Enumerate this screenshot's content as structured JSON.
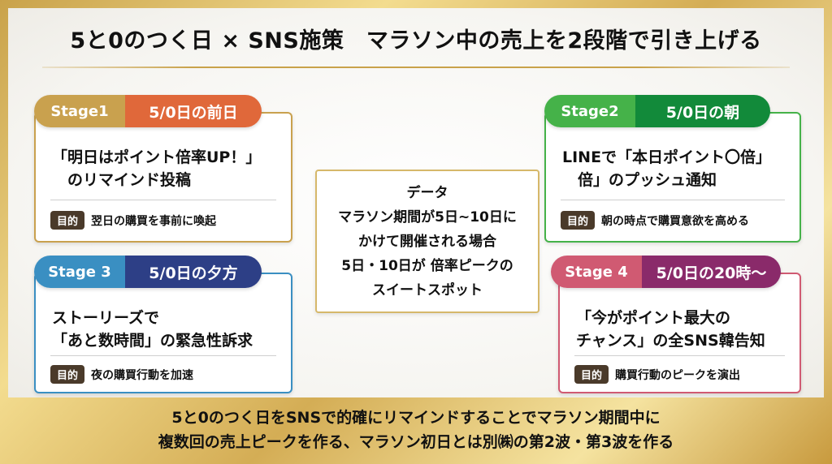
{
  "title": "5と0のつく日 × SNS施策　マラソン中の売上を2段階で引き上げる",
  "stages": [
    {
      "stage_label": "Stage1",
      "timing": "5/0日の前日",
      "main_text": "「明日はポイント倍率UP！」\n　のリマインド投稿",
      "purpose_tag": "目的",
      "purpose_text": "翌日の購買を事前に喚起"
    },
    {
      "stage_label": "Stage2",
      "timing": "5/0日の朝",
      "main_text": "LINEで「本日ポイント〇倍」\n　倍」のプッシュ通知",
      "purpose_tag": "目的",
      "purpose_text": "朝の時点で購買意欲を高める"
    },
    {
      "stage_label": "Stage 3",
      "timing": "5/0日の夕方",
      "main_text": "ストーリーズで\n「あと数時間」の緊急性訴求",
      "purpose_tag": "目的",
      "purpose_text": "夜の購買行動を加速"
    },
    {
      "stage_label": "Stage 4",
      "timing": "5/0日の20時～",
      "main_text": "「今がポイント最大の\nチャンス」の全SNS韓告知",
      "purpose_tag": "目的",
      "purpose_text": "購買行動のピークを演出"
    }
  ],
  "center": {
    "lines": [
      "データ",
      "マラソン期間が5日~10日に",
      "かけて開催される場合",
      "5日・10日が 倍率ピークの",
      "スイートスポット"
    ]
  },
  "footer": {
    "line1": "5と0のつく日をSNSで的確にリマインドすることでマラソン期間中に",
    "line2": "複数回の売上ピークを作る、マラソン初日とは別㈱の第2波・第3波を作る"
  },
  "colors": {
    "stage1_a": "#c9a14e",
    "stage1_b": "#e0683a",
    "stage2_a": "#45b249",
    "stage2_b": "#128a3a",
    "stage3_a": "#3a8fc2",
    "stage3_b": "#2d3f86",
    "stage4_a": "#d05a72",
    "stage4_b": "#8a2a6a"
  }
}
